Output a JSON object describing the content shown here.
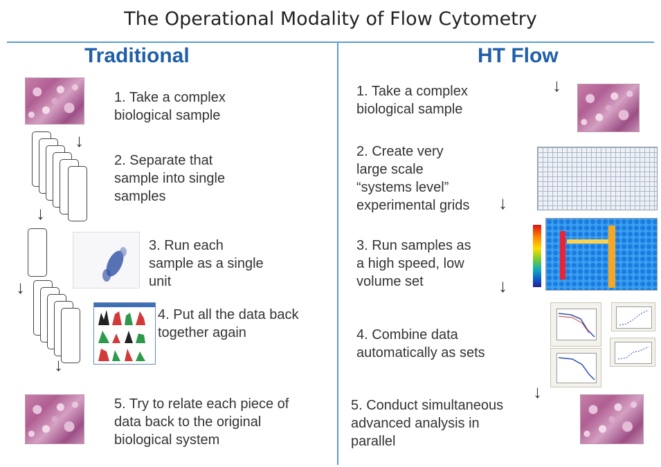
{
  "title": "The Operational Modality of Flow Cytometry",
  "traditional": {
    "heading": "Traditional",
    "steps": [
      "1. Take a complex\nbiological sample",
      "2. Separate that\nsample into single\nsamples",
      "3. Run each\nsample as a single\nunit",
      "4. Put all the data back\ntogether again",
      "5. Try to relate each piece of\ndata back to the original\nbiological system"
    ]
  },
  "ht_flow": {
    "heading": "HT Flow",
    "steps": [
      "1. Take a complex\nbiological sample",
      "2. Create very\nlarge scale\n“systems level”\nexperimental grids",
      "3. Run samples as\na high speed, low\nvolume set",
      "4. Combine data\nautomatically as sets",
      "5. Conduct simultaneous\nadvanced analysis  in\nparallel"
    ]
  },
  "colors": {
    "heading": "#1f5fa8",
    "divider": "#5b9bd5",
    "text": "#333333"
  },
  "icons": {
    "arrow": "↓"
  }
}
